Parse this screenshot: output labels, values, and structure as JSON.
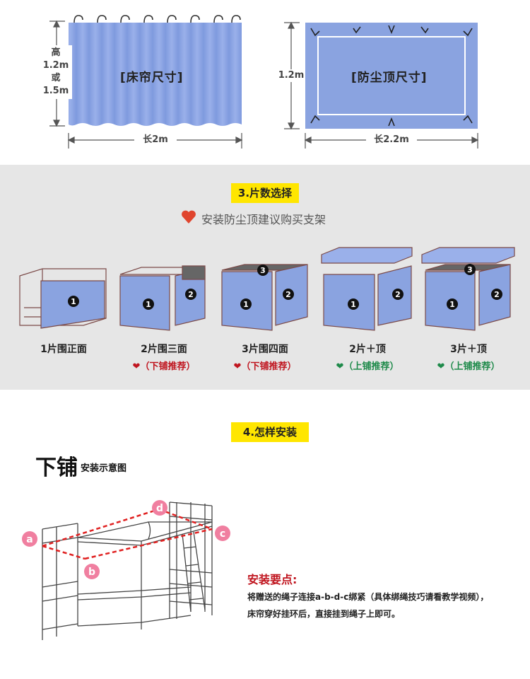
{
  "sizes": {
    "curtain": {
      "label": "[床帘尺寸]",
      "height_label": [
        "高",
        "1.2m",
        "或",
        "1.5m"
      ],
      "width_label": "长2m"
    },
    "top": {
      "label": "[防尘顶尺寸]",
      "height_label": "1.2m",
      "width_label": "长2.2m"
    }
  },
  "section3": {
    "tag": "3.片数选择",
    "subtitle": "安装防尘顶建议购买支架",
    "options": [
      {
        "label": "1片围正面",
        "recommend": ""
      },
      {
        "label": "2片围三面",
        "recommend": "（下铺推荐）",
        "heart": "red"
      },
      {
        "label": "3片围四面",
        "recommend": "（下铺推荐）",
        "heart": "red"
      },
      {
        "label": "2片＋顶",
        "recommend": "（上铺推荐）",
        "heart": "green"
      },
      {
        "label": "3片＋顶",
        "recommend": "（上铺推荐）",
        "heart": "green"
      }
    ]
  },
  "section4": {
    "tag": "4.怎样安装",
    "title_big": "下铺",
    "title_small": "安装示意图",
    "points": [
      "a",
      "b",
      "c",
      "d"
    ],
    "note_heading": "安装要点:",
    "note_body": "将赠送的绳子连接a-b-d-c绑紧（具体绑绳技巧请看教学视频），床帘穿好挂环后，直接挂到绳子上即可。"
  },
  "colors": {
    "curtain_blue": "#8aa3e0",
    "tag_yellow": "#ffe600",
    "heart_red": "#e0452e",
    "heart_green": "#1e8a4a",
    "point_pink": "#f07fa0"
  }
}
